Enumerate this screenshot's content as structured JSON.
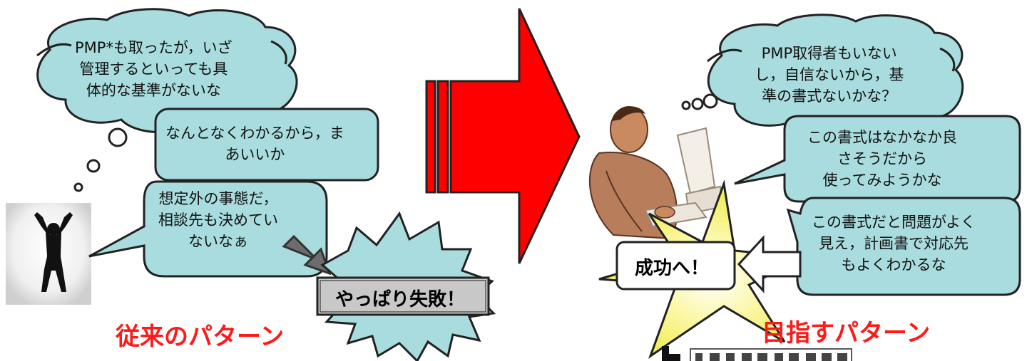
{
  "left": {
    "thought_bubble": [
      "PMP*も取ったが，いざ",
      "管理するといっても具",
      "体的な基準がないな"
    ],
    "speech_1": [
      "なんとなくわかるから，ま",
      "あいいか"
    ],
    "speech_2": [
      "想定外の事態だ，",
      "相談先も決めてい",
      "ないなぁ"
    ],
    "failure_label": "やっぱり失敗！",
    "pattern_label": "従来のパターン"
  },
  "right": {
    "thought_bubble": [
      "PMP取得者もいない",
      "し，自信ないから，基",
      "準の書式ないかな？"
    ],
    "speech_1": [
      "この書式はなかなか良",
      "さそうだから",
      "使ってみようかな"
    ],
    "speech_2": [
      "この書式だと問題がよく",
      "見え，計画書で対応先",
      "もよくわかるな"
    ],
    "success_label": "成功へ！",
    "pattern_label": "目指すパターン"
  },
  "colors": {
    "bubble_fill": "#a9dcde",
    "arrow_red": "#ff0000",
    "label_red": "#ff1a1a",
    "star_yellow": "#f2ee3c",
    "gray_box": "#c8c8c8"
  }
}
